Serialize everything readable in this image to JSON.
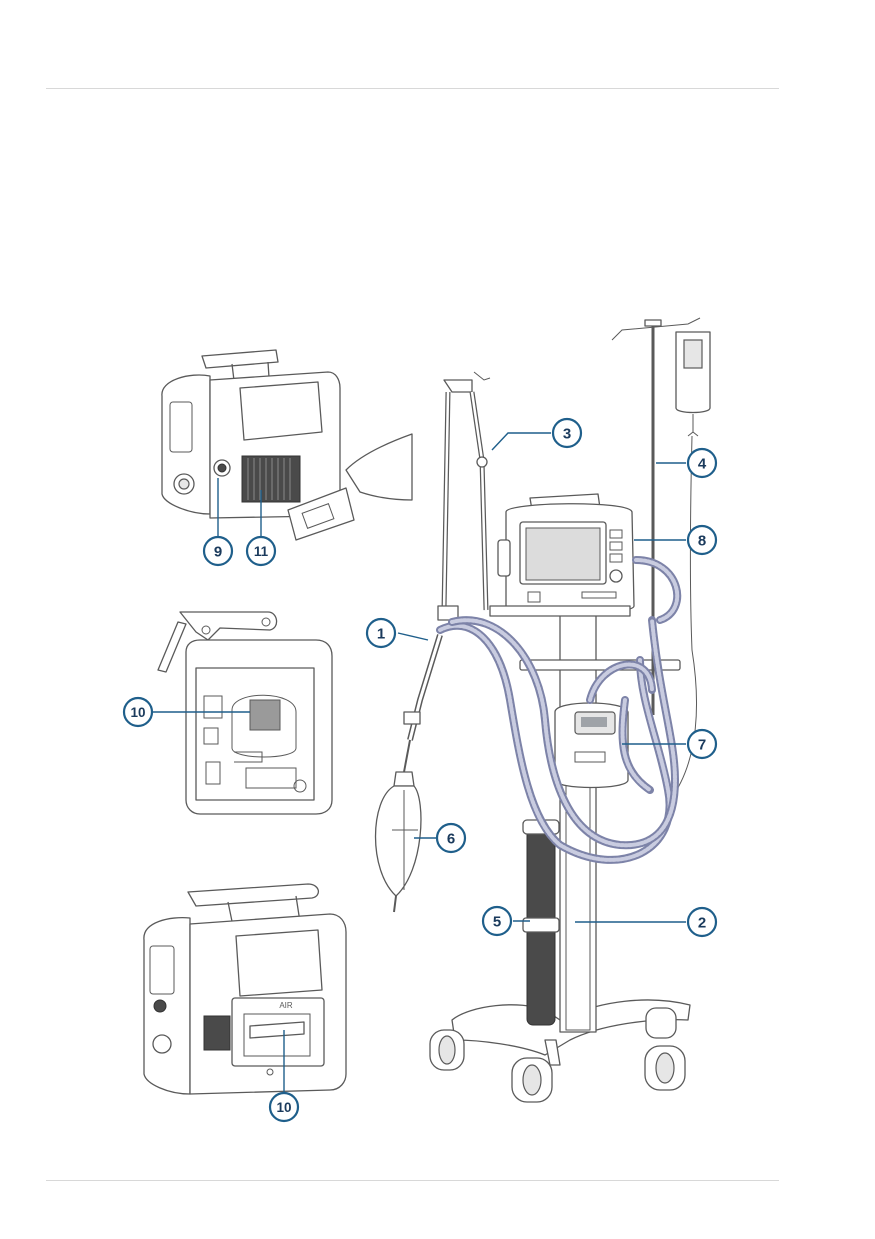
{
  "callouts": [
    {
      "id": "c1",
      "label": "1"
    },
    {
      "id": "c2",
      "label": "2"
    },
    {
      "id": "c3",
      "label": "3"
    },
    {
      "id": "c4",
      "label": "4"
    },
    {
      "id": "c5",
      "label": "5"
    },
    {
      "id": "c6",
      "label": "6"
    },
    {
      "id": "c7",
      "label": "7"
    },
    {
      "id": "c8",
      "label": "8"
    },
    {
      "id": "c9",
      "label": "9"
    },
    {
      "id": "c10a",
      "label": "10"
    },
    {
      "id": "c10b",
      "label": "10"
    },
    {
      "id": "c11",
      "label": "11"
    }
  ],
  "device_label": "AIR",
  "colors": {
    "callout_ring": "#1f5f8b",
    "hose": "#7d83a8",
    "rule": "#d8d8d8",
    "line_art": "#5a5a5a"
  }
}
